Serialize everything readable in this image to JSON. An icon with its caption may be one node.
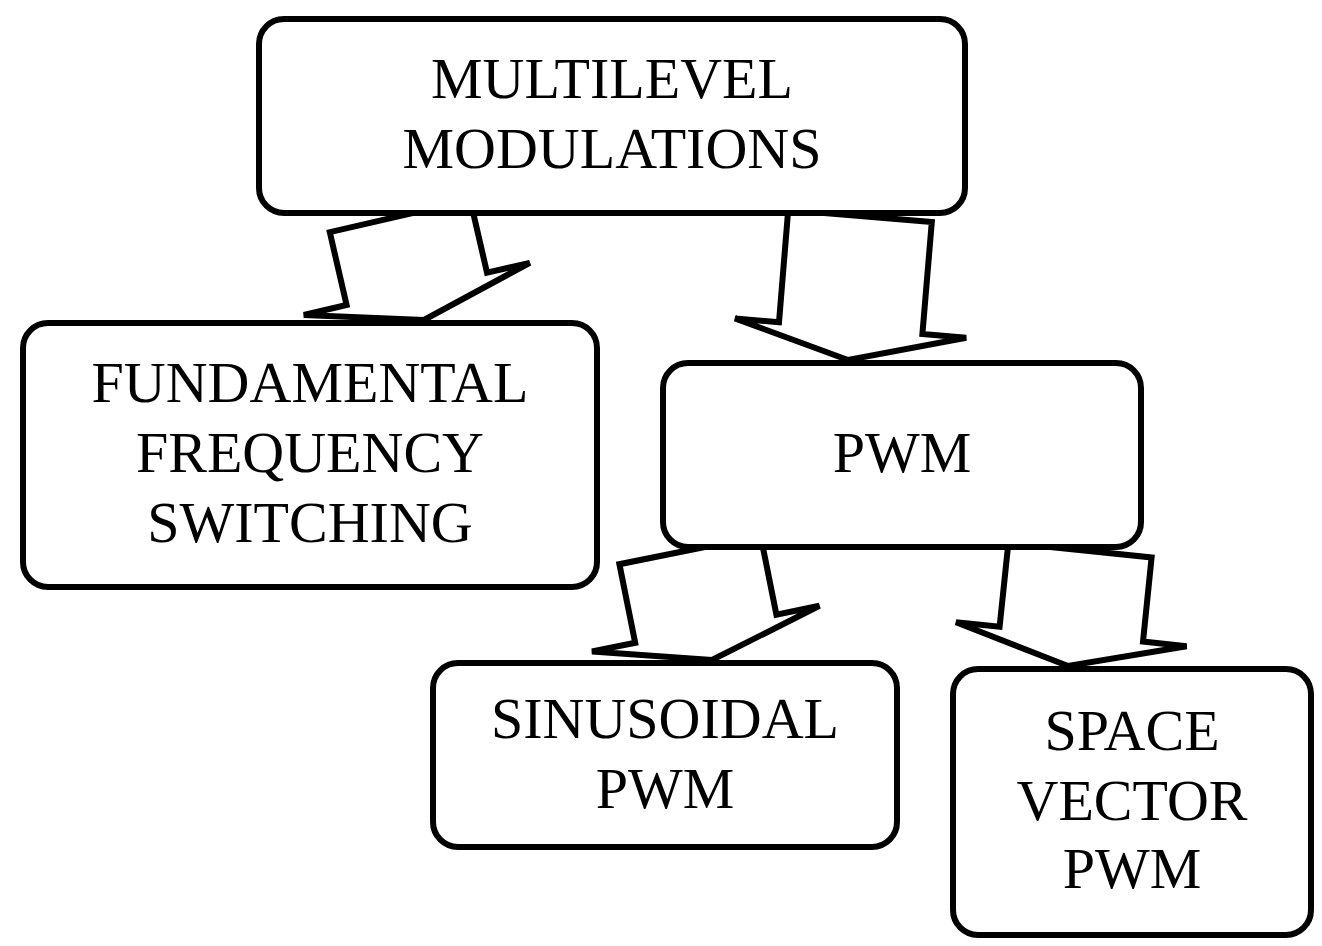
{
  "diagram": {
    "nodes": [
      {
        "text": [
          "MULTILEVEL MODULATIONS"
        ]
      },
      {
        "text": [
          "FUNDAMENTAL FREQUENCY SWITCHING"
        ]
      },
      {
        "text": [
          "PWM"
        ]
      },
      {
        "text": [
          "SINUSOIDAL PWM"
        ]
      },
      {
        "text": [
          "SPACE VECTOR PWM"
        ]
      }
    ],
    "edges": [
      {
        "from": 0,
        "to": 1,
        "arrow": "to"
      },
      {
        "from": 0,
        "to": 2,
        "arrow": "to"
      },
      {
        "from": 2,
        "to": 3,
        "arrow": "to"
      },
      {
        "from": 2,
        "to": 4,
        "arrow": "to"
      }
    ]
  }
}
